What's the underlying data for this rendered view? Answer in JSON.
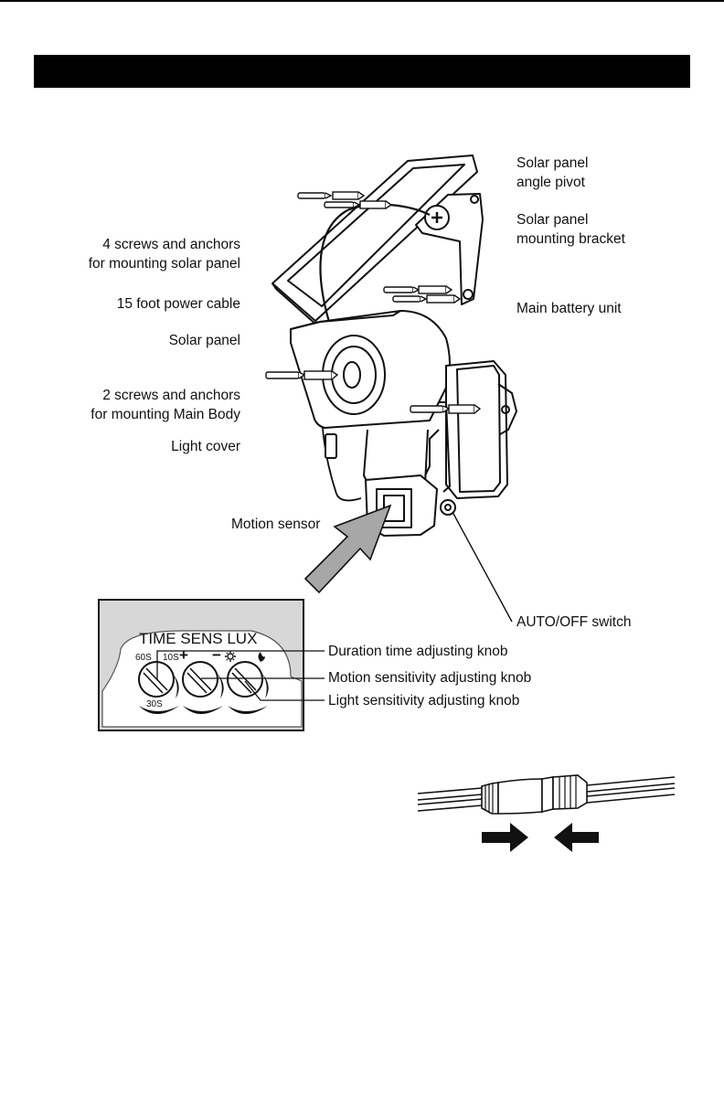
{
  "labels_left": {
    "screws_solar_line1": "4 screws and anchors",
    "screws_solar_line2": "for mounting solar panel",
    "power_cable": "15 foot power cable",
    "solar_panel": "Solar panel",
    "screws_body_line1": "2 screws and anchors",
    "screws_body_line2": "for mounting Main Body",
    "light_cover": "Light cover",
    "motion_sensor": "Motion sensor"
  },
  "labels_right": {
    "angle_pivot_line1": "Solar panel",
    "angle_pivot_line2": "angle pivot",
    "mounting_bracket_line1": "Solar panel",
    "mounting_bracket_line2": "mounting bracket",
    "battery_unit": "Main battery unit",
    "auto_off_switch": "AUTO/OFF switch"
  },
  "control_panel": {
    "header": "TIME SENS  LUX",
    "time_60s": "60S",
    "time_10s": "10S",
    "time_30s": "30S",
    "sens_plus": "+",
    "lux_minus": "−"
  },
  "knob_callouts": {
    "duration": "Duration time adjusting knob",
    "motion": "Motion sensitivity adjusting knob",
    "light": "Light sensitivity adjusting knob"
  }
}
